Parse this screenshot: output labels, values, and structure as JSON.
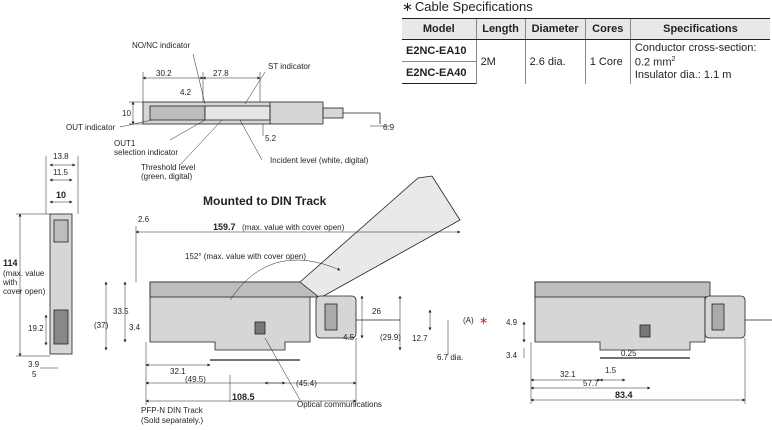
{
  "spec": {
    "title_mark": "∗",
    "title": "Cable Specifications",
    "headers": [
      "Model",
      "Length",
      "Diameter",
      "Cores",
      "Specifications"
    ],
    "models": [
      "E2NC-EA10",
      "E2NC-EA40"
    ],
    "length": "2M",
    "diameter": "2.6 dia.",
    "cores": "1 Core",
    "spec_line1": "Conductor cross-section:",
    "spec_line2_value": "0.2 mm",
    "spec_line2_sup": "2",
    "spec_line3": "Insulator dia.: 1.1 m"
  },
  "top_view": {
    "nonc": "NO/NC indicator",
    "st": "ST indicator",
    "out": "OUT indicator",
    "out1_a": "OUT1",
    "out1_b": "selection indicator",
    "thr_a": "Threshold level",
    "thr_b": "(green, digital)",
    "incident": "Incident level (white, digital)",
    "d30_2": "30.2",
    "d27_8": "27.8",
    "d4_2": "4.2",
    "d10": "10",
    "d5_2": "5.2",
    "d6_9": "6.9"
  },
  "side_view": {
    "d13_8": "13.8",
    "d11_5": "11.5",
    "d10": "10",
    "d114": "114",
    "n1": "(max. value",
    "n2": "with",
    "n3": "cover open)",
    "d19_2": "19.2",
    "d3_9": "3.9",
    "d5": "5"
  },
  "din": {
    "title": "Mounted to DIN Track",
    "d2_6": "2.6",
    "d159_7": "159.7",
    "d159_note": "(max. value with cover open)",
    "angle": "152° (max. value with cover open)",
    "d33_5": "33.5",
    "d37": "(37)",
    "d3_4": "3.4",
    "d26": "26",
    "d4_5": "4.5",
    "d29_9": "(29.9)",
    "d12_7": "12.7",
    "d6_7": "6.7 dia.",
    "a_label": "(A)",
    "a_star": "∗",
    "d32_1": "32.1",
    "d49_5": "(49.5)",
    "d45_4": "(45.4)",
    "d108_5": "108.5",
    "optical": "Optical communications",
    "pfp1": "PFP-N DIN Track",
    "pfp2": "(Sold separately.)"
  },
  "right_view": {
    "d4_9": "4.9",
    "d3_4": "3.4",
    "d0_25": "0.25",
    "d32_1": "32.1",
    "d1_5": "1.5",
    "d57_7": "57.7",
    "d83_4": "83.4"
  },
  "colors": {
    "star": "#e2242c",
    "line": "#231f20",
    "body": "#c8c8c8",
    "dark": "#555555"
  }
}
